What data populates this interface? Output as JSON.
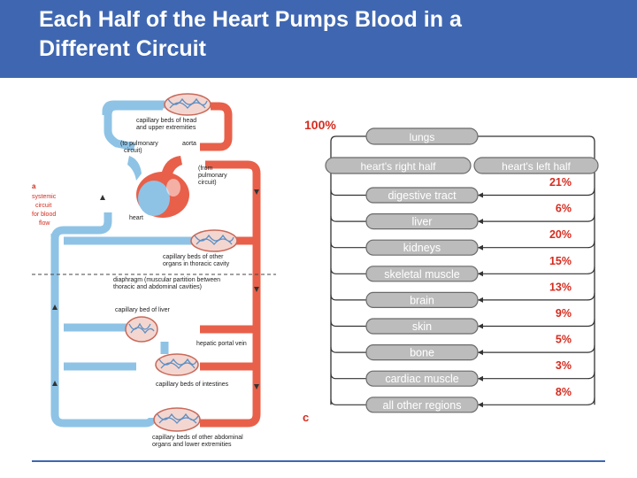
{
  "slide": {
    "title_line1": "Each Half of the Heart Pumps Blood in a",
    "title_line2": "Different Circuit"
  },
  "diagram_a": {
    "letter_label": "a",
    "side_label": [
      "systemic",
      "circuit",
      "for blood",
      "flow"
    ],
    "labels": {
      "cap_head_1": "capillary beds of head",
      "cap_head_2": "and upper extremities",
      "to_pulm_1": "(to pulmonary",
      "to_pulm_2": "circuit)",
      "aorta": "aorta",
      "from_pulm_1": "(from",
      "from_pulm_2": "pulmonary",
      "from_pulm_3": "circuit)",
      "heart": "heart",
      "cap_thoracic_1": "capillary beds of other",
      "cap_thoracic_2": "organs in thoracic cavity",
      "diaphragm_1": "diaphragm (muscular partition between",
      "diaphragm_2": "thoracic and abdominal cavities)",
      "cap_liver": "capillary bed of liver",
      "hepatic": "hepatic portal vein",
      "cap_intestines": "capillary beds of intestines",
      "cap_abdominal_1": "capillary beds of other abdominal",
      "cap_abdominal_2": "organs and lower extremities"
    },
    "colors": {
      "artery": "#e8604a",
      "vein": "#8ec3e6",
      "arrow": "#333333"
    }
  },
  "diagram_c": {
    "letter_label": "c",
    "total_label": "100%",
    "lungs_label": "lungs",
    "right_half_label": "heart's right half",
    "left_half_label": "heart's left half",
    "organs": [
      {
        "name": "digestive tract",
        "percent": "21%"
      },
      {
        "name": "liver",
        "percent": "6%"
      },
      {
        "name": "kidneys",
        "percent": "20%"
      },
      {
        "name": "skeletal muscle",
        "percent": "15%"
      },
      {
        "name": "brain",
        "percent": "13%"
      },
      {
        "name": "skin",
        "percent": "9%"
      },
      {
        "name": "bone",
        "percent": "5%"
      },
      {
        "name": "cardiac muscle",
        "percent": "3%"
      },
      {
        "name": "all other regions",
        "percent": "8%"
      }
    ],
    "colors": {
      "box_fill": "#bcbcbc",
      "box_stroke": "#6a6a6a",
      "percent_text": "#d52b1e",
      "box_text": "#ffffff",
      "line": "#333333"
    }
  }
}
